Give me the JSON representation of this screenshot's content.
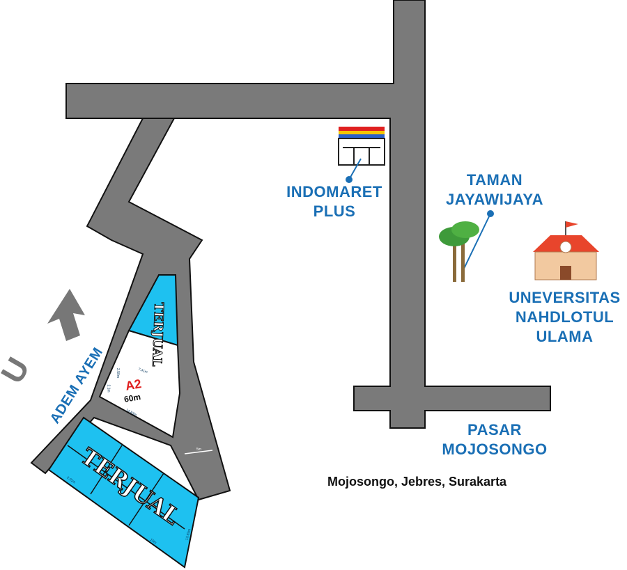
{
  "labels": {
    "indomaret": [
      "INDOMARET",
      "PLUS"
    ],
    "taman": [
      "TAMAN",
      "JAYAWIJAYA"
    ],
    "univ": [
      "UNEVERSITAS",
      "NAHDLOTUL",
      "ULAMA"
    ],
    "pasar": [
      "PASAR",
      "MOJOSONGO"
    ],
    "street": "ADEM AYEM",
    "address": "Mojosongo, Jebres, Surakarta"
  },
  "lots": {
    "sold_label": "TERJUAL",
    "a2": {
      "name": "A2",
      "area": "60m"
    },
    "measurements": [
      "7.41m",
      "2.50m",
      "2.1m",
      "14.83m",
      "5m",
      "2.01m",
      "10m",
      "13.83m"
    ]
  },
  "compass": {
    "letter": "U"
  },
  "colors": {
    "road": "#7a7a7a",
    "sold": "#1ec1f0",
    "label": "#1a6fb5",
    "a2": "#e02020"
  }
}
